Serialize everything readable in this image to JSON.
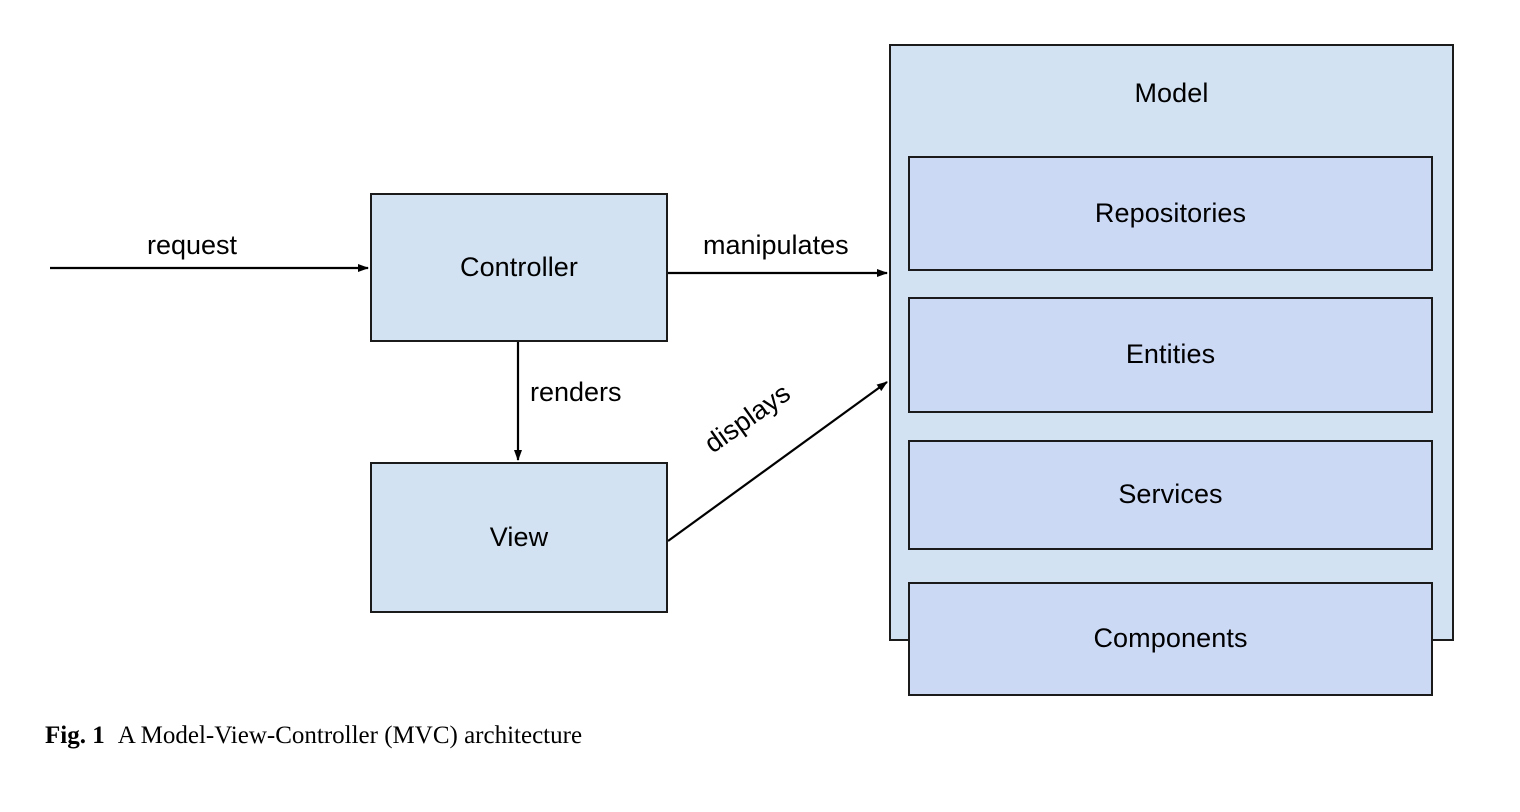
{
  "figure": {
    "caption_tag": "Fig. 1",
    "caption_text": "A Model-View-Controller (MVC) architecture",
    "colors": {
      "outer_box_fill": "#d2e2f2",
      "inner_box_fill": "#ccd9f5",
      "stroke": "#1b1b1b",
      "background": "#ffffff"
    }
  },
  "diagram": {
    "type": "flowchart",
    "nodes": [
      {
        "id": "controller",
        "label": "Controller",
        "fill": "#d2e2f2"
      },
      {
        "id": "view",
        "label": "View",
        "fill": "#d2e2f2"
      },
      {
        "id": "model",
        "label": "Model",
        "fill": "#d2e2f2"
      }
    ],
    "model_children": [
      {
        "id": "repositories",
        "label": "Repositories",
        "fill": "#ccd9f5"
      },
      {
        "id": "entities",
        "label": "Entities",
        "fill": "#ccd9f5"
      },
      {
        "id": "services",
        "label": "Services",
        "fill": "#ccd9f5"
      },
      {
        "id": "components",
        "label": "Components",
        "fill": "#ccd9f5"
      }
    ],
    "edges": [
      {
        "id": "request",
        "label": "request",
        "from": "external",
        "to": "controller",
        "direction": "right"
      },
      {
        "id": "manipulates",
        "label": "manipulates",
        "from": "controller",
        "to": "model",
        "direction": "right"
      },
      {
        "id": "renders",
        "label": "renders",
        "from": "controller",
        "to": "view",
        "direction": "down"
      },
      {
        "id": "displays",
        "label": "displays",
        "from": "view",
        "to": "model",
        "direction": "up-right"
      }
    ]
  }
}
